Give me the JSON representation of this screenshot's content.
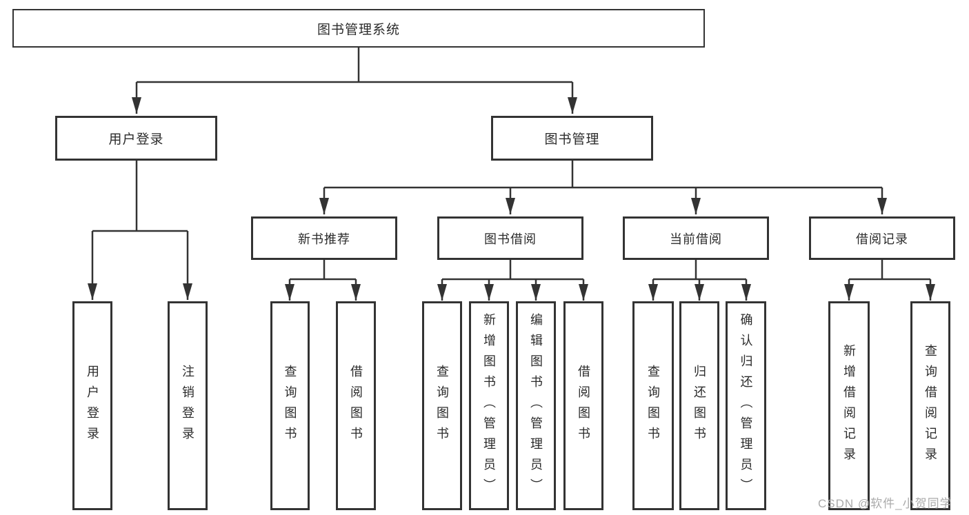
{
  "diagram_title": "图书管理系统",
  "tree": {
    "label": "图书管理系统",
    "children": [
      {
        "label": "用户登录",
        "children": [
          {
            "label": "用户登录"
          },
          {
            "label": "注销登录"
          }
        ]
      },
      {
        "label": "图书管理",
        "children": [
          {
            "label": "新书推荐",
            "children": [
              {
                "label": "查询图书"
              },
              {
                "label": "借阅图书"
              }
            ]
          },
          {
            "label": "图书借阅",
            "children": [
              {
                "label": "查询图书"
              },
              {
                "label": "新增图书（管理员）"
              },
              {
                "label": "编辑图书（管理员）"
              },
              {
                "label": "借阅图书"
              }
            ]
          },
          {
            "label": "当前借阅",
            "children": [
              {
                "label": "查询图书"
              },
              {
                "label": "归还图书"
              },
              {
                "label": "确认归还（管理员）"
              }
            ]
          },
          {
            "label": "借阅记录",
            "children": [
              {
                "label": "新增借阅记录"
              },
              {
                "label": "查询借阅记录"
              }
            ]
          }
        ]
      }
    ]
  },
  "watermark": {
    "text": "CSDN @软件_小贺同学"
  },
  "colors": {
    "line": "#333333",
    "node_border": "#333333",
    "text": "#2b2b2b",
    "watermark": "#ababab",
    "background": "#ffffff"
  }
}
